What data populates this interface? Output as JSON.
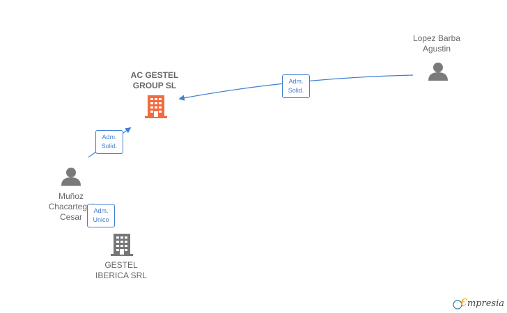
{
  "nodes": {
    "ac_gestel": {
      "line1": "AC GESTEL",
      "line2": "GROUP  SL",
      "type": "company-main",
      "color": "#f26a3d"
    },
    "lopez": {
      "line1": "Lopez Barba",
      "line2": "Agustin",
      "type": "person"
    },
    "munoz": {
      "line1": "Muñoz",
      "line2": "Chacartegui",
      "line3": "Cesar",
      "type": "person"
    },
    "gestel_iberica": {
      "line1": "GESTEL",
      "line2": "IBERICA SRL",
      "type": "company"
    }
  },
  "edges": [
    {
      "from": "lopez",
      "to": "ac_gestel",
      "label1": "Adm.",
      "label2": "Solid."
    },
    {
      "from": "munoz",
      "to": "ac_gestel",
      "label1": "Adm.",
      "label2": "Solid."
    },
    {
      "from": "munoz",
      "to": "gestel_iberica",
      "label1": "Adm.",
      "label2": "Unico"
    }
  ],
  "footer": {
    "copyright": "©",
    "brand_first": "€",
    "brand_rest": "mpresia"
  },
  "colors": {
    "edge": "#3f7fd1",
    "person": "#7a7a7a",
    "company": "#777777",
    "main_company": "#f26a3d"
  }
}
